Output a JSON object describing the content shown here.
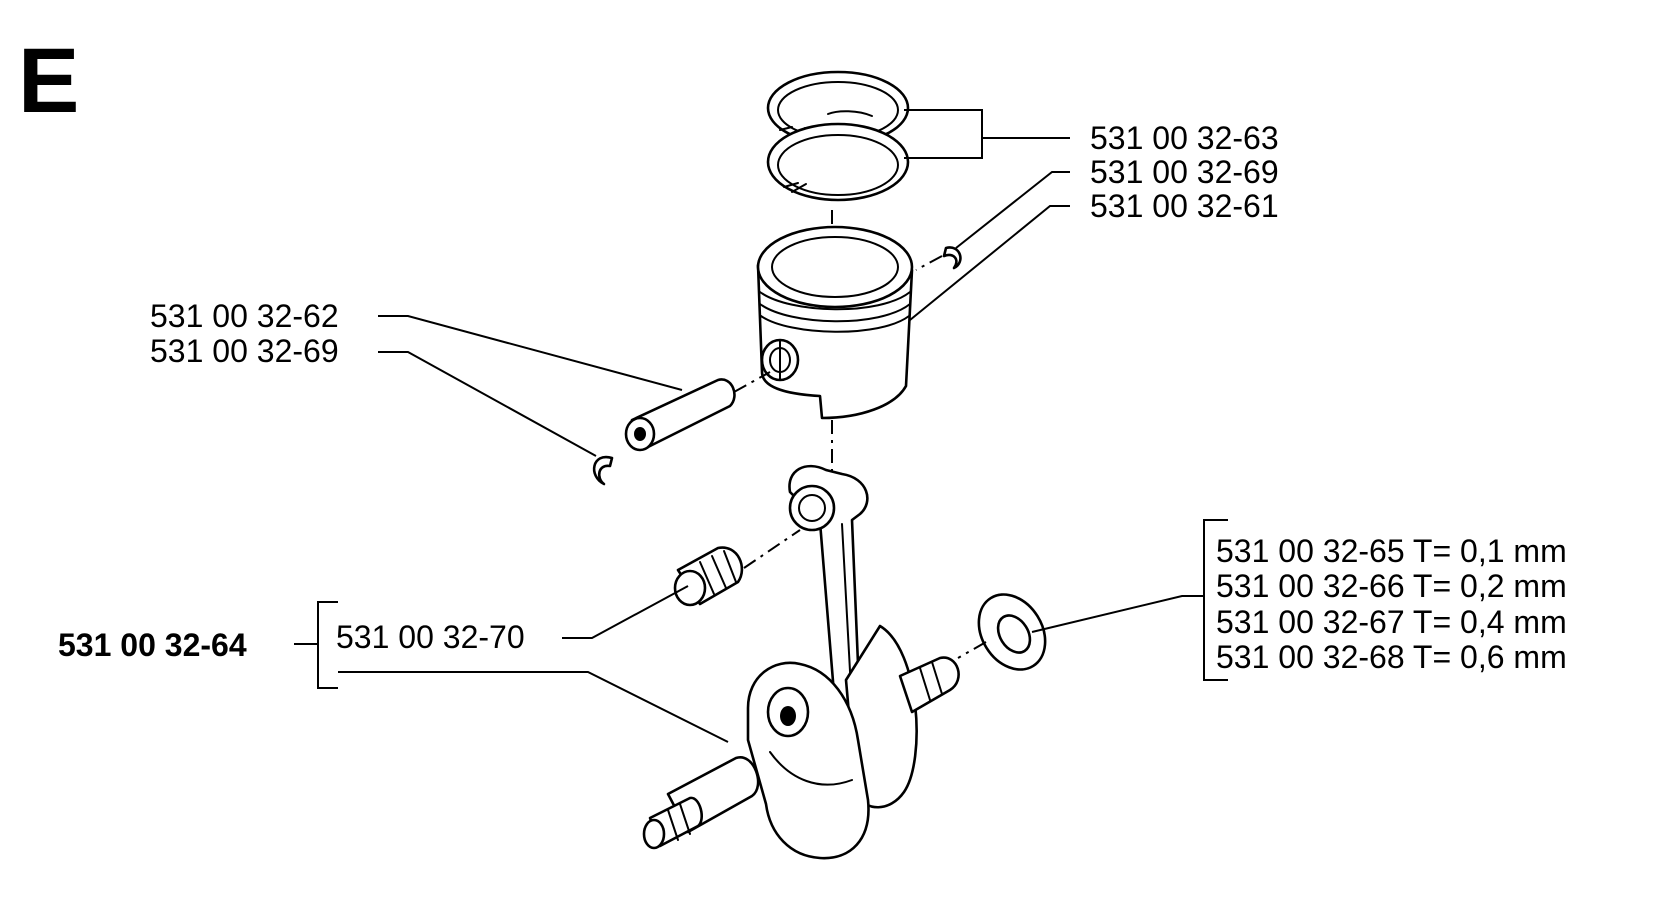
{
  "section_letter": "E",
  "callouts": {
    "piston_rings": "531 00 32-63",
    "piston_circlip_right": "531 00 32-69",
    "piston": "531 00 32-61",
    "piston_pin": "531 00 32-62",
    "piston_circlip_left": "531 00 32-69",
    "crankshaft_assembly": "531 00 32-64",
    "needle_bearing": "531 00 32-70",
    "shim_t01": "531 00 32-65 T= 0,1 mm",
    "shim_t02": "531 00 32-66 T= 0,2 mm",
    "shim_t04": "531 00 32-67 T= 0,4 mm",
    "shim_t06": "531 00 32-68 T= 0,6 mm"
  }
}
